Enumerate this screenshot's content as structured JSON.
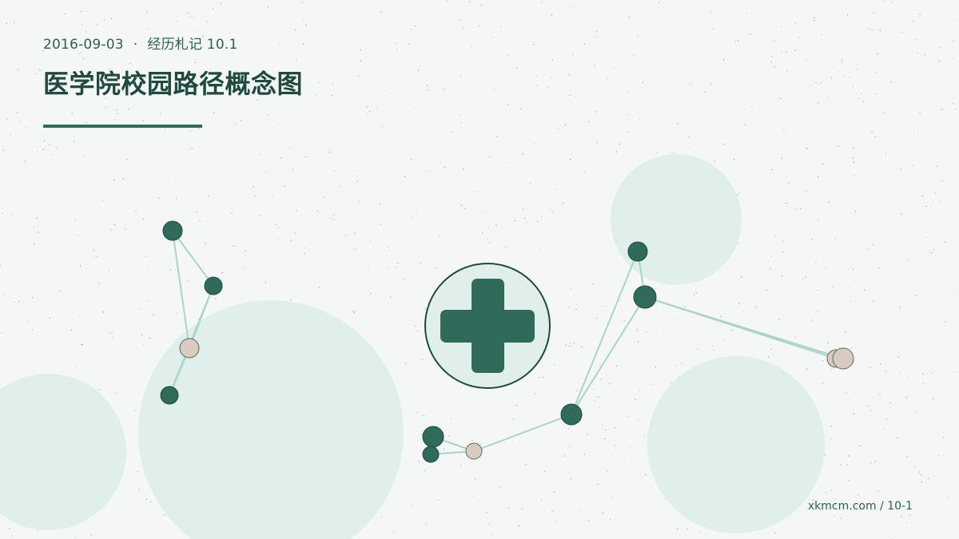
{
  "header": {
    "date": "2016-09-03",
    "separator": "·",
    "subtitle": "经历札记 10.1",
    "title": "医学院校园路径概念图"
  },
  "footer": {
    "source": "xkmcm.com / 10-1"
  },
  "colors": {
    "background": "#f4f7f6",
    "primary": "#2f6a5a",
    "node_dark": "#2f6a5a",
    "node_light": "#d9cbbf",
    "edge": "#a9d4c7",
    "bubble": "#e0efeb",
    "text": "#1f4a40"
  },
  "center_icon": {
    "name": "medical-cross-icon"
  },
  "nodes": [
    {
      "id": "a1",
      "tone": "dark"
    },
    {
      "id": "a2",
      "tone": "dark"
    },
    {
      "id": "a3",
      "tone": "light"
    },
    {
      "id": "a4",
      "tone": "dark"
    },
    {
      "id": "b1",
      "tone": "dark"
    },
    {
      "id": "b2",
      "tone": "dark"
    },
    {
      "id": "b3",
      "tone": "light"
    },
    {
      "id": "b4",
      "tone": "dark"
    },
    {
      "id": "c1",
      "tone": "dark"
    },
    {
      "id": "c2",
      "tone": "dark"
    },
    {
      "id": "c3",
      "tone": "light"
    },
    {
      "id": "c4",
      "tone": "light"
    }
  ],
  "edges": [
    [
      "a1",
      "a2"
    ],
    [
      "a1",
      "a3"
    ],
    [
      "a2",
      "a3"
    ],
    [
      "a2",
      "a4"
    ],
    [
      "a3",
      "a4"
    ],
    [
      "b1",
      "b2"
    ],
    [
      "b1",
      "b3"
    ],
    [
      "b2",
      "b3"
    ],
    [
      "b3",
      "b4"
    ],
    [
      "b4",
      "c1"
    ],
    [
      "b4",
      "c2"
    ],
    [
      "c1",
      "c2"
    ],
    [
      "c2",
      "c3"
    ],
    [
      "c2",
      "c4"
    ]
  ]
}
